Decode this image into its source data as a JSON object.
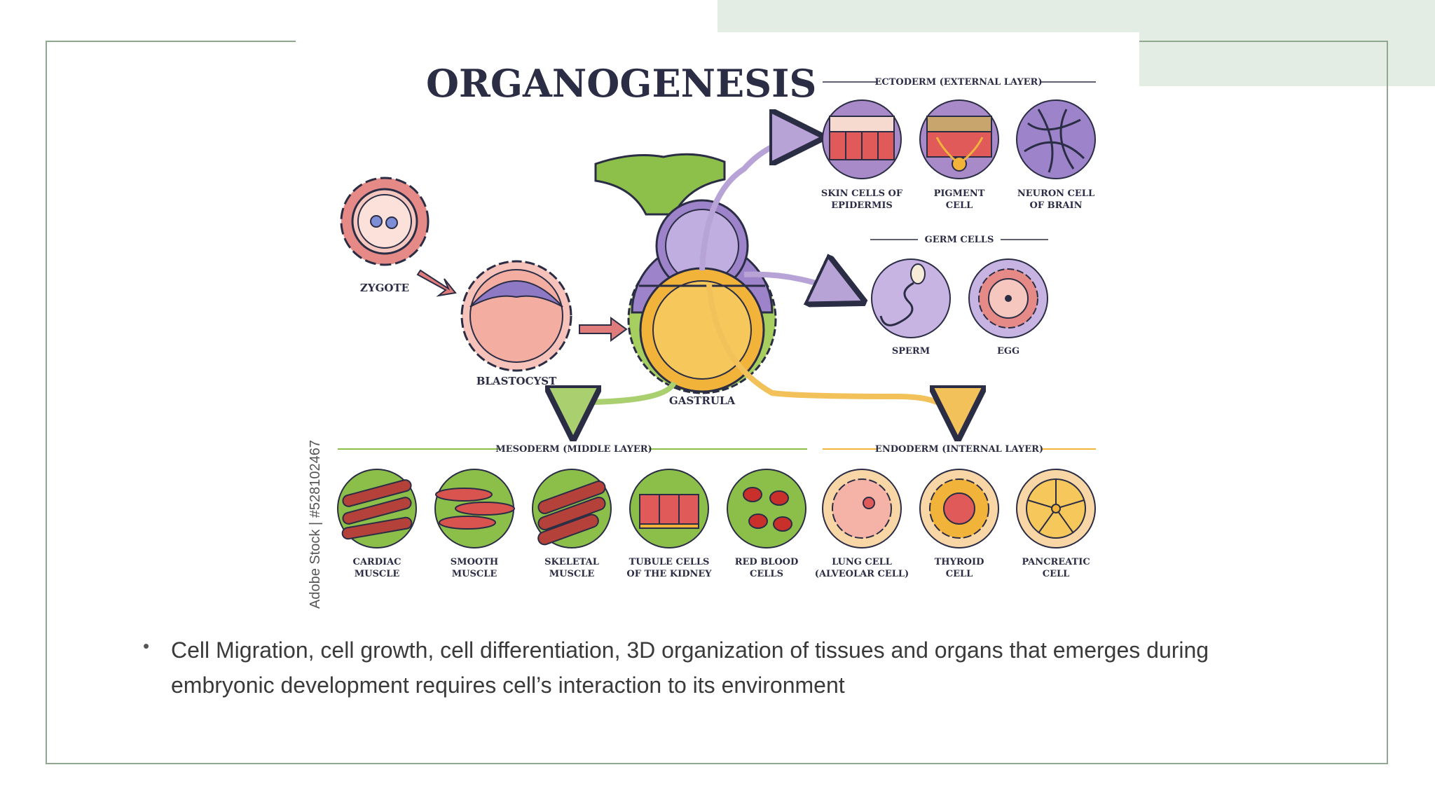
{
  "figure": {
    "title": "ORGANOGENESIS",
    "watermark": "Adobe Stock | #528102467",
    "stages": {
      "zygote": "ZYGOTE",
      "blastocyst": "BLASTOCYST",
      "gastrula": "GASTRULA"
    },
    "ectoderm": {
      "heading": "ECTODERM (EXTERNAL LAYER)",
      "cells": [
        {
          "l1": "SKIN CELLS OF",
          "l2": "EPIDERMIS"
        },
        {
          "l1": "PIGMENT",
          "l2": "CELL"
        },
        {
          "l1": "NEURON CELL",
          "l2": "OF BRAIN"
        }
      ]
    },
    "germ": {
      "heading": "GERM CELLS",
      "cells": [
        {
          "l1": "SPERM"
        },
        {
          "l1": "EGG"
        }
      ]
    },
    "mesoderm": {
      "heading": "MESODERM (MIDDLE LAYER)",
      "cells": [
        {
          "l1": "CARDIAC",
          "l2": "MUSCLE"
        },
        {
          "l1": "SMOOTH",
          "l2": "MUSCLE"
        },
        {
          "l1": "SKELETAL",
          "l2": "MUSCLE"
        },
        {
          "l1": "TUBULE CELLS",
          "l2": "OF THE KIDNEY"
        },
        {
          "l1": "RED BLOOD",
          "l2": "CELLS"
        }
      ]
    },
    "endoderm": {
      "heading": "ENDODERM (INTERNAL LAYER)",
      "cells": [
        {
          "l1": "LUNG CELL",
          "l2": "(ALVEOLAR CELL)"
        },
        {
          "l1": "THYROID",
          "l2": "CELL"
        },
        {
          "l1": "PANCREATIC",
          "l2": "CELL"
        }
      ]
    },
    "colors": {
      "ectoderm": "#9a7bbf",
      "mesoderm": "#8cbf4a",
      "endoderm": "#f2b33a",
      "arrow_red": "#e07b7b",
      "label": "#2b2d45"
    }
  },
  "bullet": {
    "text": "Cell Migration, cell growth, cell differentiation, 3D organization of tissues and organs that emerges during embryonic development requires cell’s interaction to its environment"
  }
}
